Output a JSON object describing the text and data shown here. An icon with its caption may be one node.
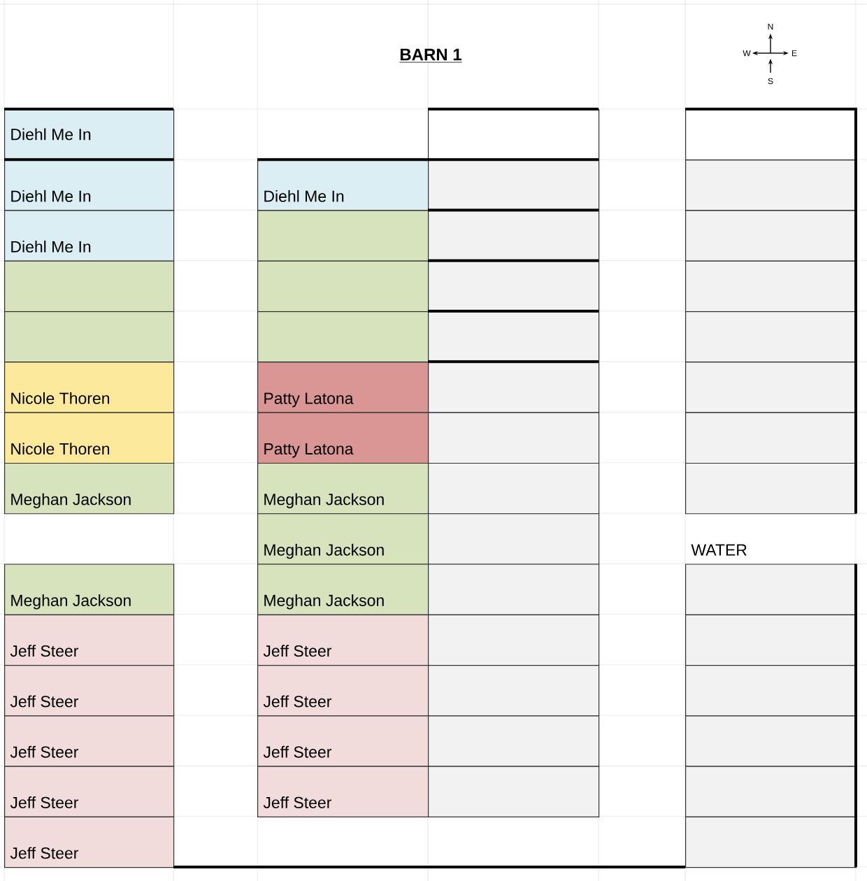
{
  "diagram": {
    "title": "BARN 1",
    "nodes": [
      {
        "text": [
          "Diehl Me In"
        ]
      },
      {
        "text": [],
        "shape": "box"
      },
      {
        "text": [],
        "shape": "box"
      },
      {
        "text": [
          "Diehl Me In"
        ]
      },
      {
        "text": [
          "Diehl Me In"
        ]
      },
      {
        "text": [],
        "shape": "box"
      },
      {
        "text": [],
        "shape": "box"
      },
      {
        "text": [
          "Diehl Me In"
        ]
      },
      {
        "text": [],
        "shape": "box"
      },
      {
        "text": [],
        "shape": "box"
      },
      {
        "text": [],
        "shape": "box"
      },
      {
        "text": [],
        "shape": "box"
      },
      {
        "text": [],
        "shape": "box"
      },
      {
        "text": [],
        "shape": "box"
      },
      {
        "text": [],
        "shape": "box"
      },
      {
        "text": [],
        "shape": "box"
      },
      {
        "text": [],
        "shape": "box"
      },
      {
        "text": [],
        "shape": "box"
      },
      {
        "text": [],
        "shape": "box"
      },
      {
        "text": [
          "Nicole Thoren"
        ]
      },
      {
        "text": [
          "Patty Latona"
        ]
      },
      {
        "text": [],
        "shape": "box"
      },
      {
        "text": [],
        "shape": "box"
      },
      {
        "text": [
          "Nicole Thoren"
        ]
      },
      {
        "text": [
          "Patty Latona"
        ]
      },
      {
        "text": [],
        "shape": "box"
      },
      {
        "text": [],
        "shape": "box"
      },
      {
        "text": [
          "Meghan Jackson"
        ]
      },
      {
        "text": [
          "Meghan Jackson"
        ]
      },
      {
        "text": [],
        "shape": "box"
      },
      {
        "text": [],
        "shape": "box"
      },
      {
        "text": [
          "Meghan Jackson"
        ]
      },
      {
        "text": [],
        "shape": "box"
      },
      {
        "text": [
          "Meghan Jackson"
        ]
      },
      {
        "text": [
          "Meghan Jackson"
        ]
      },
      {
        "text": [],
        "shape": "box"
      },
      {
        "text": [],
        "shape": "box"
      },
      {
        "text": [
          "Jeff Steer"
        ]
      },
      {
        "text": [
          "Jeff Steer"
        ]
      },
      {
        "text": [],
        "shape": "box"
      },
      {
        "text": [],
        "shape": "box"
      },
      {
        "text": [
          "Jeff Steer"
        ]
      },
      {
        "text": [
          "Jeff Steer"
        ]
      },
      {
        "text": [],
        "shape": "box"
      },
      {
        "text": [],
        "shape": "box"
      },
      {
        "text": [
          "Jeff Steer"
        ]
      },
      {
        "text": [
          "Jeff Steer"
        ]
      },
      {
        "text": [],
        "shape": "box"
      },
      {
        "text": [],
        "shape": "box"
      },
      {
        "text": [
          "Jeff Steer"
        ]
      },
      {
        "text": [
          "Jeff Steer"
        ]
      },
      {
        "text": [],
        "shape": "box"
      },
      {
        "text": [],
        "shape": "box"
      },
      {
        "text": [
          "Jeff Steer"
        ]
      },
      {
        "text": [],
        "shape": "box"
      }
    ],
    "labels": [
      "N",
      "W",
      "E",
      "S",
      "WATER"
    ]
  }
}
